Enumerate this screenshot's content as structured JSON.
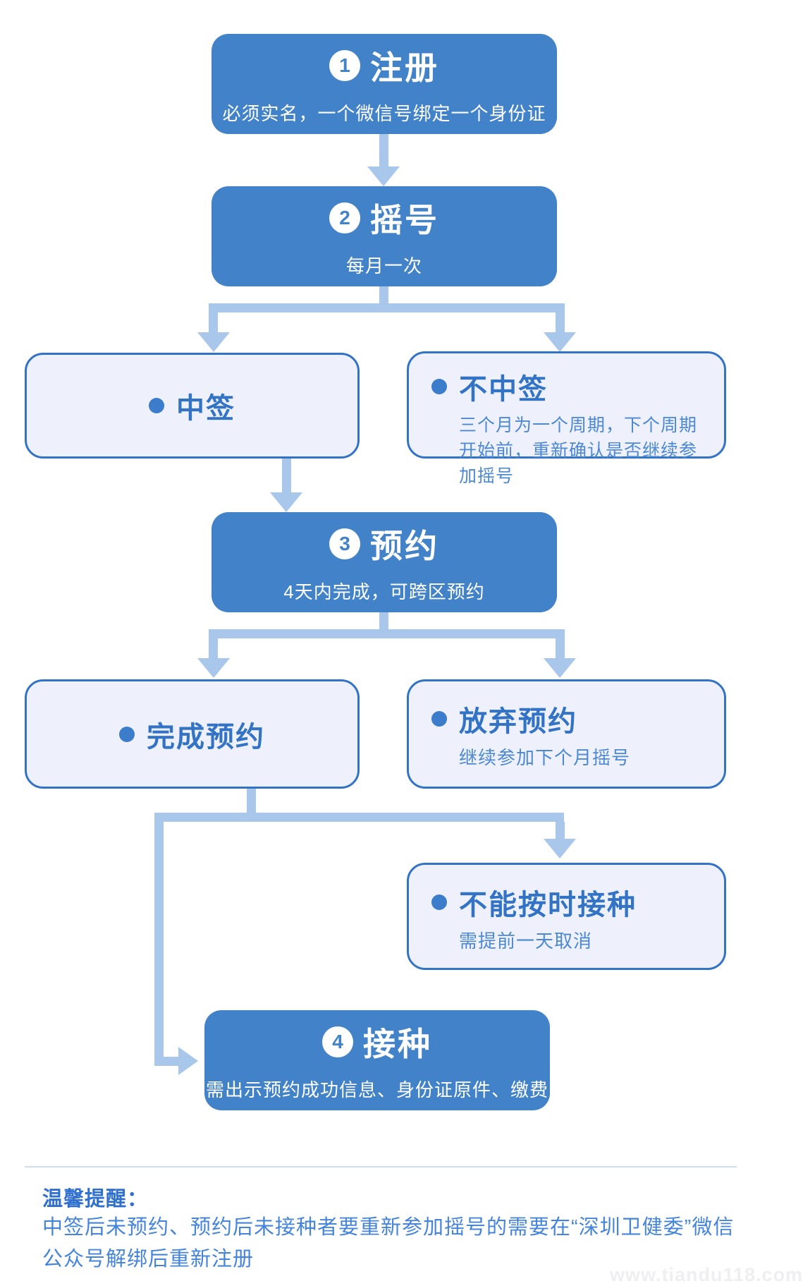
{
  "colors": {
    "step_box_blue": "#4282C8",
    "light_box_bg": "#EEF1FB",
    "light_box_border": "#3273C6",
    "connector_blue": "#A9C7EA",
    "title_text_blue": "#3273C6",
    "desc_text_blue": "#4C88D4",
    "step_text_white": "#FFFFFF"
  },
  "steps": [
    {
      "num": "1",
      "title": "注册",
      "subtitle": "必须实名，一个微信号绑定一个身份证"
    },
    {
      "num": "2",
      "title": "摇号",
      "subtitle": "每月一次"
    },
    {
      "num": "3",
      "title": "预约",
      "subtitle": "4天内完成，可跨区预约"
    },
    {
      "num": "4",
      "title": "接种",
      "subtitle": "需出示预约成功信息、身份证原件、缴费"
    }
  ],
  "outcomes": {
    "win": {
      "title": "中签"
    },
    "lose": {
      "title": "不中签",
      "desc": "三个月为一个周期，下个周期开始前，重新确认是否继续参加摇号"
    },
    "booked": {
      "title": "完成预约"
    },
    "abandon": {
      "title": "放弃预约",
      "desc": "继续参加下个月摇号"
    },
    "cannot": {
      "title": "不能按时接种",
      "desc": "需提前一天取消"
    }
  },
  "reminder": {
    "label": "温馨提醒：",
    "text": "中签后未预约、预约后未接种者要重新参加摇号的需要在“深圳卫健委”微信公众号解绑后重新注册"
  },
  "watermark": "www.tiandu118.com"
}
